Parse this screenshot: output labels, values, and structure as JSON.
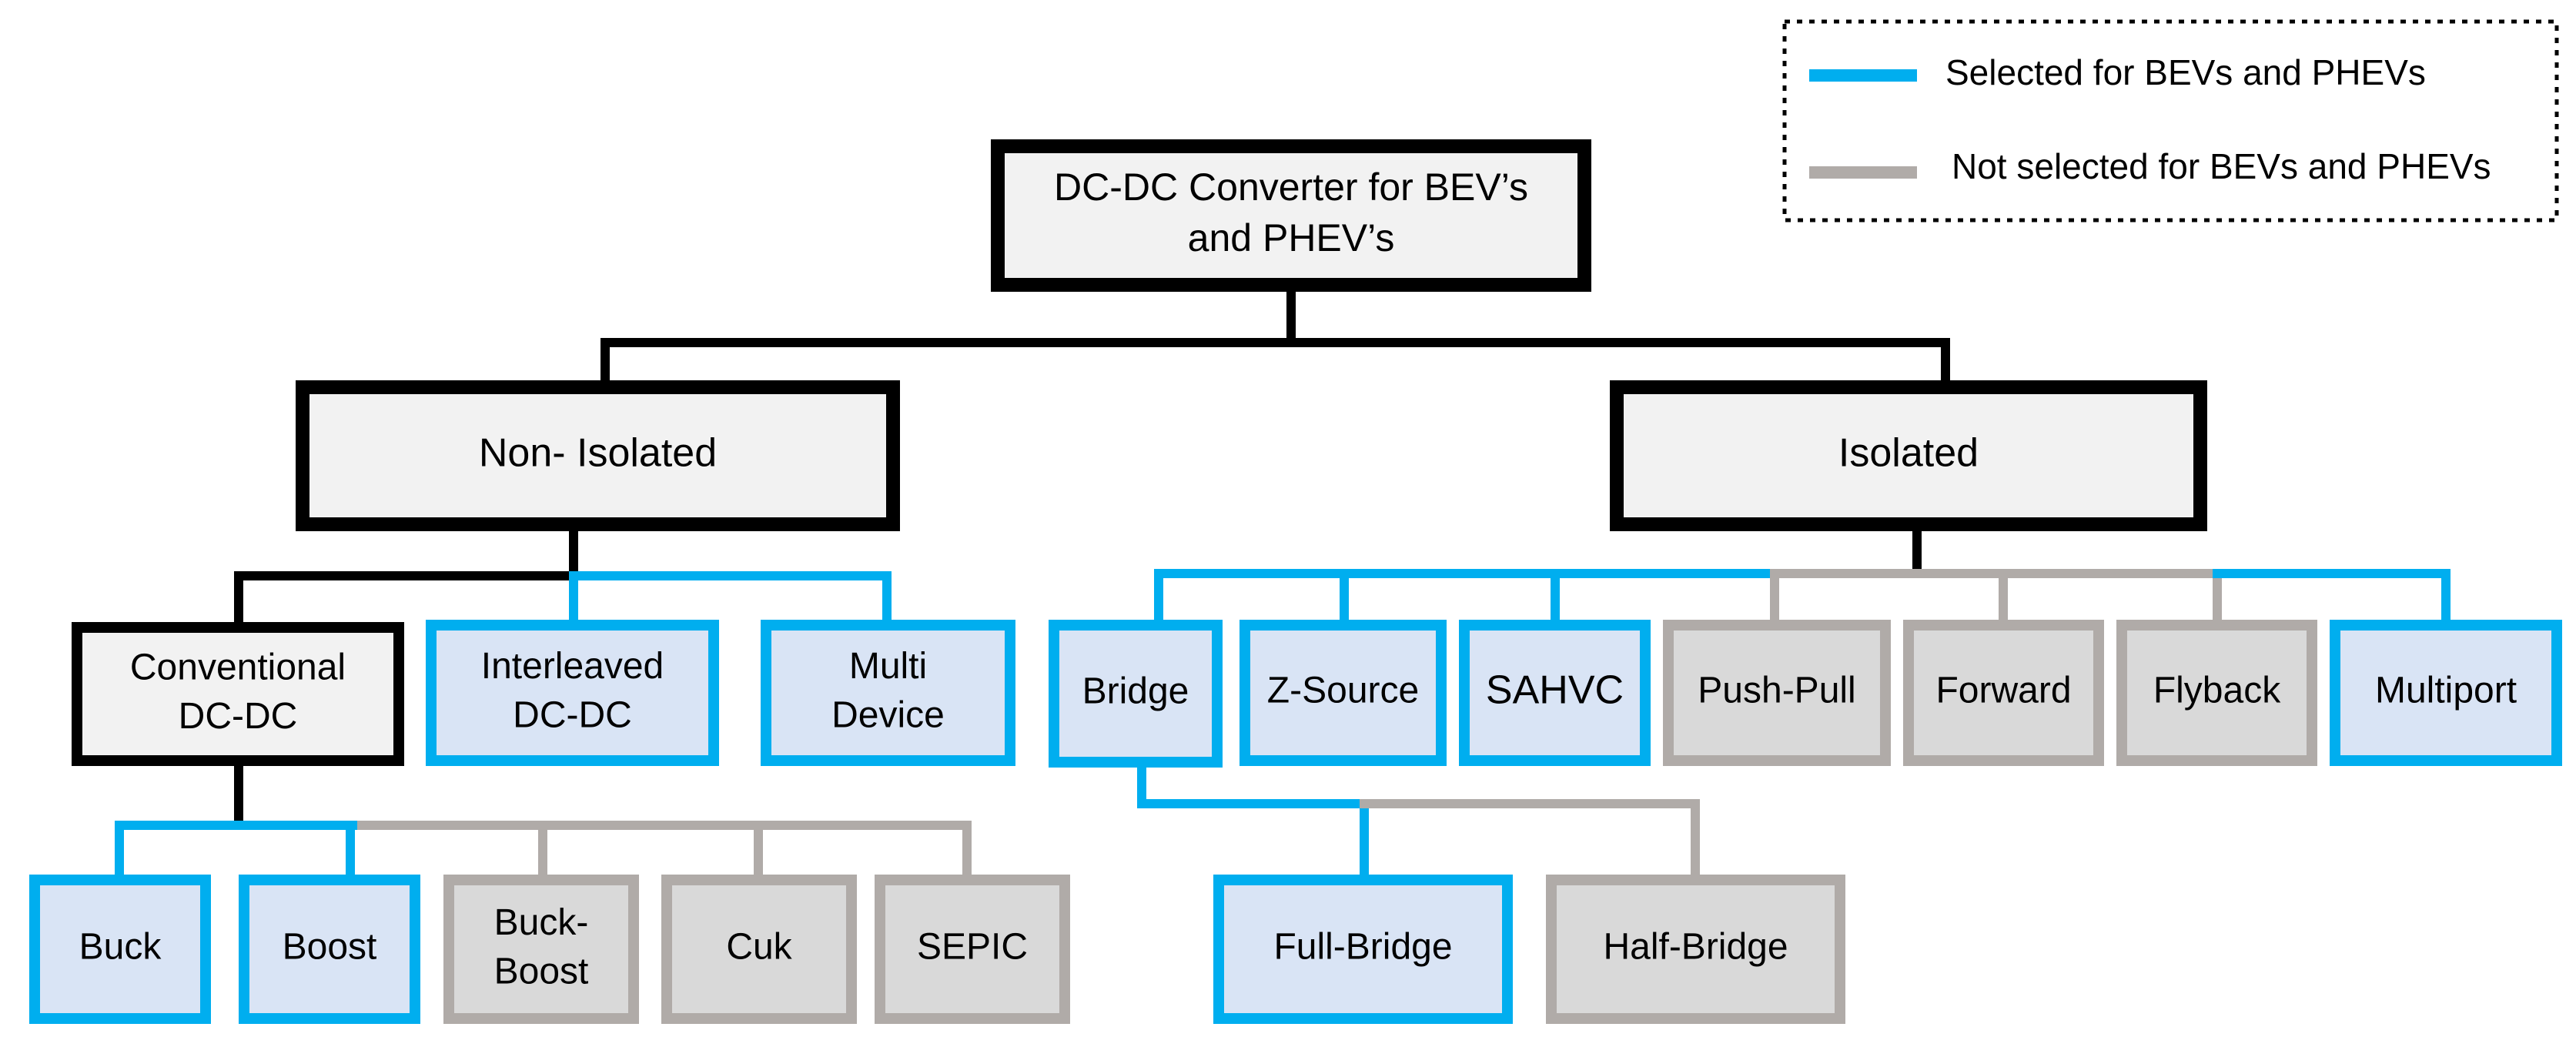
{
  "colors": {
    "selected": "#00AEEF",
    "not_selected": "#B0ABA8",
    "structure": "#000000",
    "selected_fill": "#D9E4F5",
    "not_selected_fill": "#D9D9D9",
    "header_fill": "#F2F2F2"
  },
  "legend": {
    "selected_label": "Selected for BEVs and PHEVs",
    "not_selected_label": "Not selected for BEVs and PHEVs"
  },
  "nodes": {
    "root": [
      "DC-DC Converter for BEV’s",
      "and PHEV’s"
    ],
    "non_isolated": [
      "Non- Isolated"
    ],
    "isolated": [
      "Isolated"
    ],
    "conventional": [
      "Conventional",
      "DC-DC"
    ],
    "interleaved": [
      "Interleaved",
      "DC-DC"
    ],
    "multi_device": [
      "Multi",
      "Device"
    ],
    "bridge": [
      "Bridge"
    ],
    "z_source": [
      "Z-Source"
    ],
    "sahvc": [
      "SAHVC"
    ],
    "push_pull": [
      "Push-Pull"
    ],
    "forward": [
      "Forward"
    ],
    "flyback": [
      "Flyback"
    ],
    "multiport": [
      "Multiport"
    ],
    "buck": [
      "Buck"
    ],
    "boost": [
      "Boost"
    ],
    "buck_boost": [
      "Buck-",
      "Boost"
    ],
    "cuk": [
      "Cuk"
    ],
    "sepic": [
      "SEPIC"
    ],
    "full_bridge": [
      "Full-Bridge"
    ],
    "half_bridge": [
      "Half-Bridge"
    ]
  },
  "node_status": {
    "root": "structure",
    "non_isolated": "structure",
    "isolated": "structure",
    "conventional": "structure",
    "interleaved": "selected",
    "multi_device": "selected",
    "bridge": "selected",
    "z_source": "selected",
    "sahvc": "selected",
    "push_pull": "not_selected",
    "forward": "not_selected",
    "flyback": "not_selected",
    "multiport": "selected",
    "buck": "selected",
    "boost": "selected",
    "buck_boost": "not_selected",
    "cuk": "not_selected",
    "sepic": "not_selected",
    "full_bridge": "selected",
    "half_bridge": "not_selected"
  }
}
